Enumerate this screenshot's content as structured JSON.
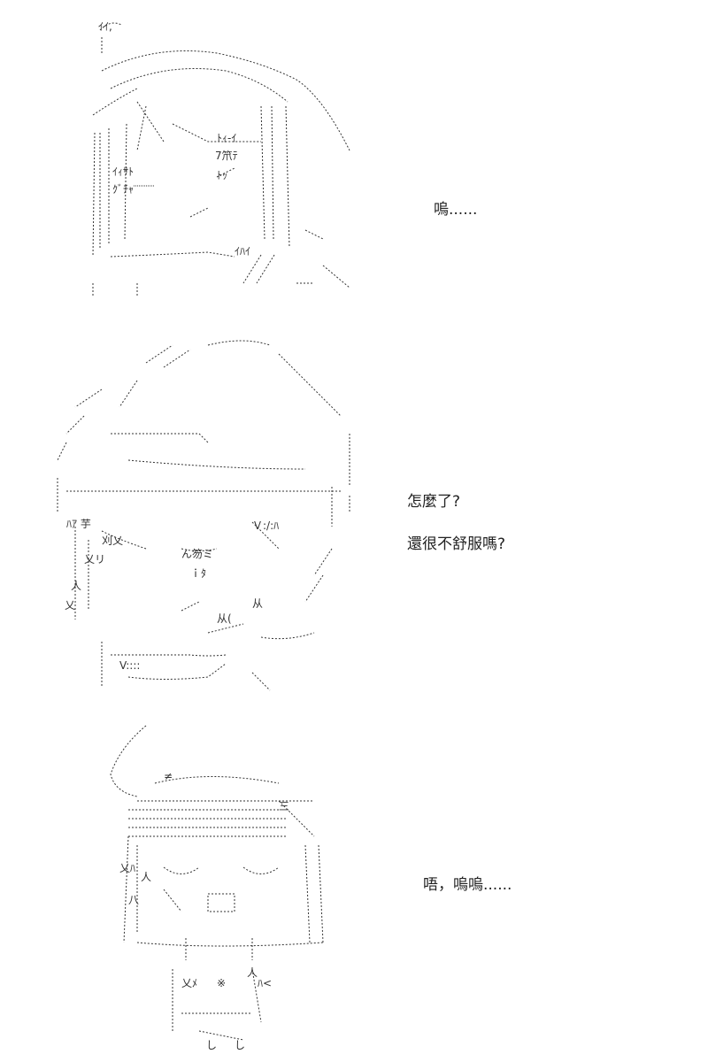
{
  "panels": [
    {
      "figure": "girl-face-ascii-art",
      "lines": [
        "嗚......"
      ]
    },
    {
      "figure": "girl-head-tilt-ascii-art",
      "lines": [
        "怎麼了?",
        "還很不舒服嗎?"
      ]
    },
    {
      "figure": "girl-crying-ascii-art",
      "lines": [
        "唔，嗚嗚......"
      ]
    }
  ],
  "art_labels": {
    "panel1": [
      "ｲｲ,",
      "ｲｨｻﾄ",
      "ｸﾞﾁｬ",
      "ﾄｨ-ｲ",
      "7笊ﾃ",
      "ﾄｯ",
      "ｲﾊｲ"
    ],
    "panel2": [
      "ﾊｱ 芋",
      "刈乂",
      "乂リ",
      "ん笏ミ",
      "人",
      "乂",
      "从(",
      "从",
      "V::::",
      "ｉﾀ",
      "Ｖ:/:ﾊ"
    ],
    "panel3": [
      "≠",
      "三",
      "乂ﾊ",
      "人",
      "八",
      "※",
      "乂ﾒ",
      "人",
      "ﾊ<",
      "し",
      "し"
    ]
  },
  "colors": {
    "ink": "#222222",
    "background": "#ffffff"
  }
}
